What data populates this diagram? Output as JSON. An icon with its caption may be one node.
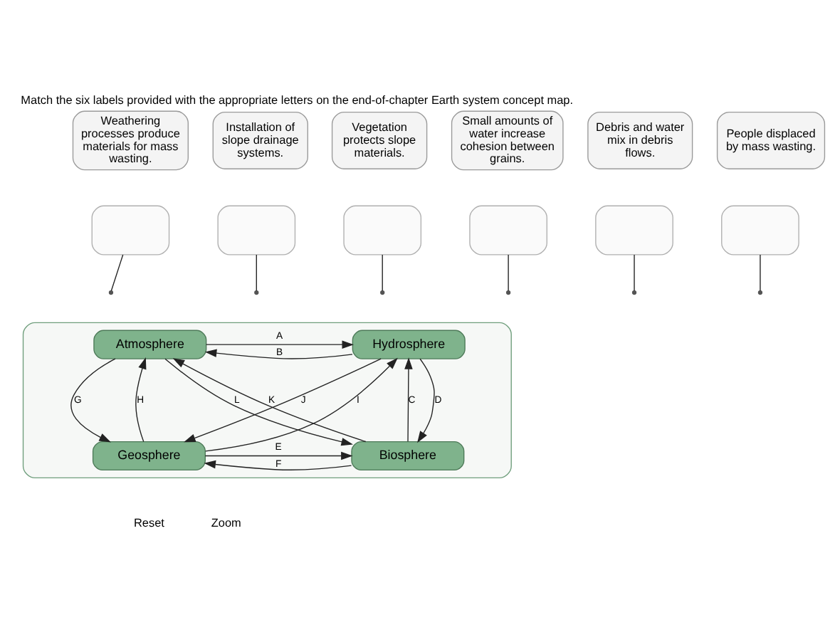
{
  "diagram": {
    "title": "Match the six labels provided with the appropriate letters on the end-of-chapter Earth system concept map.",
    "nodes": [
      {
        "text": [
          "Weathering processes produce materials for mass wasting."
        ]
      },
      {
        "text": [
          "Installation of slope drainage systems."
        ]
      },
      {
        "text": [
          "Vegetation protects slope materials."
        ]
      },
      {
        "text": [
          "Small amounts of water increase cohesion between grains."
        ]
      },
      {
        "text": [
          "Debris and water mix in debris flows."
        ]
      },
      {
        "text": [
          "People displaced by mass wasting."
        ]
      },
      {
        "text": [],
        "shape": "box"
      },
      {
        "text": [
          "Atmosphere"
        ],
        "in": 6
      },
      {
        "text": [
          "Hydrosphere"
        ],
        "in": 6
      },
      {
        "text": [
          "Geosphere"
        ],
        "in": 6
      },
      {
        "text": [
          "Biosphere"
        ],
        "in": 6
      },
      {
        "text": [],
        "shape": "box"
      },
      {
        "text": [],
        "shape": "box"
      },
      {
        "text": [],
        "shape": "box"
      },
      {
        "text": [],
        "shape": "box"
      },
      {
        "text": [],
        "shape": "box"
      },
      {
        "text": [],
        "shape": "box"
      }
    ],
    "edges": [
      {
        "from": 7,
        "to": 8,
        "arrow": "to",
        "label": "A"
      },
      {
        "from": 8,
        "to": 7,
        "arrow": "to",
        "label": "B"
      },
      {
        "from": 10,
        "to": 8,
        "arrow": "to",
        "label": "C"
      },
      {
        "from": 8,
        "to": 10,
        "arrow": "to",
        "label": "D"
      },
      {
        "from": 9,
        "to": 10,
        "arrow": "to",
        "label": "E"
      },
      {
        "from": 10,
        "to": 9,
        "arrow": "to",
        "label": "F"
      },
      {
        "from": 7,
        "to": 9,
        "arrow": "to",
        "label": "G"
      },
      {
        "from": 9,
        "to": 7,
        "arrow": "to",
        "label": "H"
      },
      {
        "from": 9,
        "to": 8,
        "arrow": "to",
        "label": "I"
      },
      {
        "from": 8,
        "to": 9,
        "arrow": "to",
        "label": "J"
      },
      {
        "from": 10,
        "to": 7,
        "arrow": "to",
        "label": "K"
      },
      {
        "from": 7,
        "to": 10,
        "arrow": "to",
        "label": "L"
      },
      {
        "from": 11,
        "to": null,
        "arrow": "none"
      },
      {
        "from": 12,
        "to": null,
        "arrow": "none"
      },
      {
        "from": 13,
        "to": null,
        "arrow": "none"
      },
      {
        "from": 14,
        "to": null,
        "arrow": "none"
      },
      {
        "from": 15,
        "to": null,
        "arrow": "none"
      },
      {
        "from": 16,
        "to": null,
        "arrow": "none"
      }
    ],
    "labels": [
      "Reset",
      "Zoom"
    ]
  }
}
